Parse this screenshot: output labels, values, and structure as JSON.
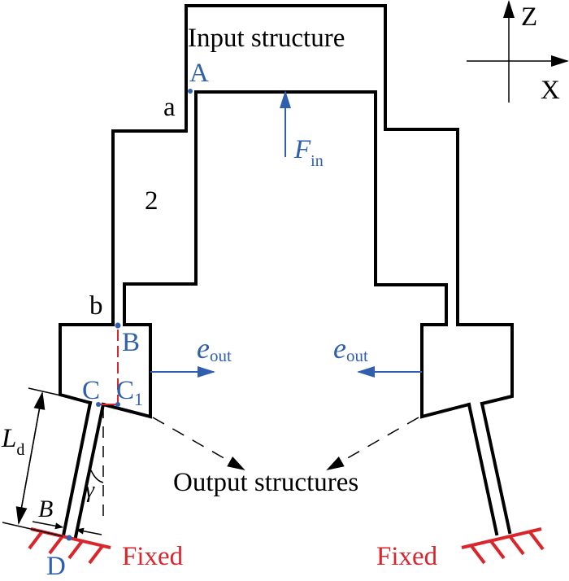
{
  "figure": {
    "type": "compliant mechanism schematic",
    "labels": {
      "input_structure": "Input structure",
      "output_structures": "Output structures",
      "fixed_left": "Fixed",
      "fixed_right": "Fixed",
      "region_number": "2",
      "hinge_a": "a",
      "hinge_b": "b"
    },
    "points": {
      "A": "A",
      "B": "B",
      "C": "C",
      "C1_main": "C",
      "C1_sub": "1",
      "D": "D"
    },
    "forces": {
      "input_force_main": "F",
      "input_force_sub": "in",
      "output_dir_left_main": "e",
      "output_dir_left_sub": "out",
      "output_dir_right_main": "e",
      "output_dir_right_sub": "out"
    },
    "dimensions": {
      "leg_length_main": "L",
      "leg_length_sub": "d",
      "leg_width": "B",
      "tilt_angle": "γ"
    },
    "axes": {
      "vertical": "Z",
      "horizontal": "X"
    },
    "colors": {
      "structure": "#000000",
      "annotation_blue": "#2f5fad",
      "fixed_red": "#d9262c"
    }
  }
}
